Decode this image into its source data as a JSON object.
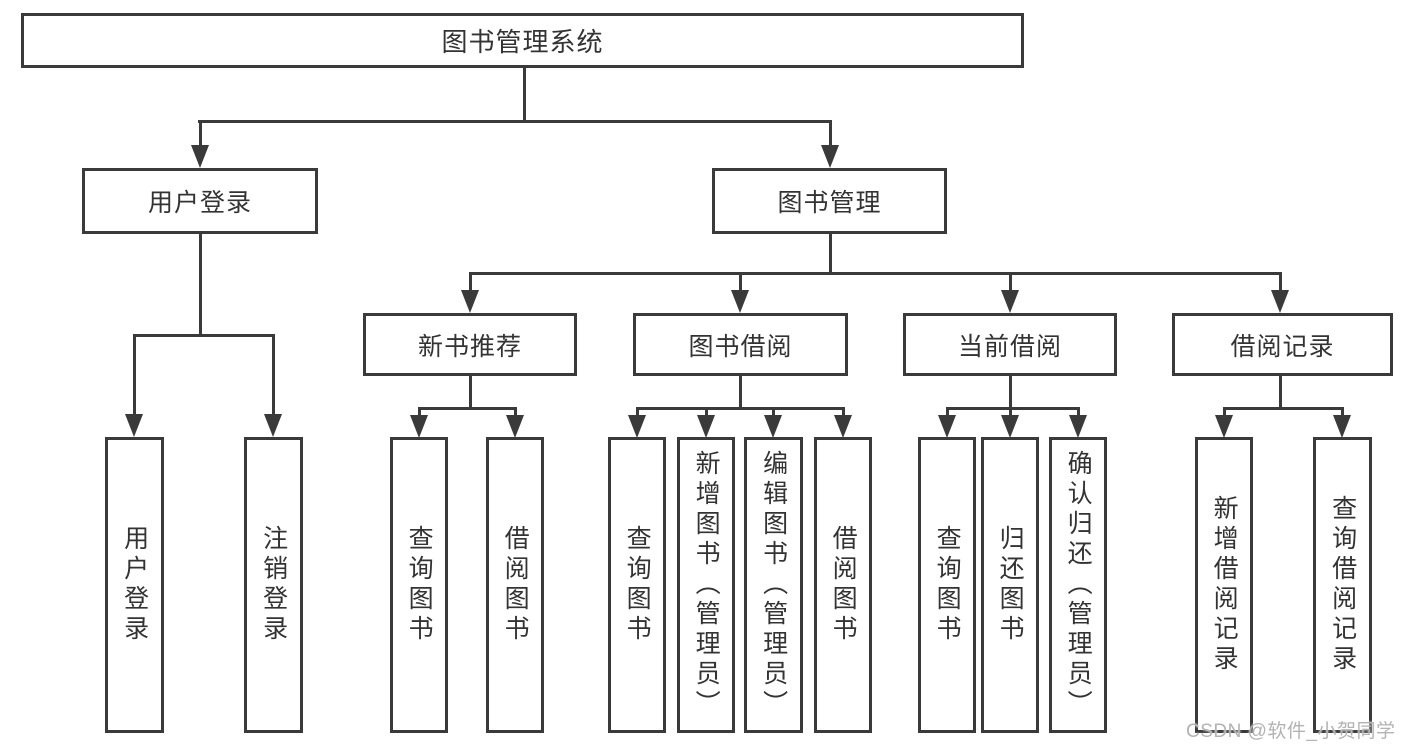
{
  "colors": {
    "line": "#3a3a3a",
    "text": "#333333",
    "watermark": "#b3b3b3",
    "background": "#ffffff"
  },
  "tree": {
    "root": {
      "label": "图书管理系统"
    },
    "branches": [
      {
        "label": "用户登录",
        "children": [
          {
            "label": "用户登录"
          },
          {
            "label": "注销登录"
          }
        ]
      },
      {
        "label": "图书管理",
        "children": [
          {
            "label": "新书推荐",
            "children": [
              {
                "label": "查询图书"
              },
              {
                "label": "借阅图书"
              }
            ]
          },
          {
            "label": "图书借阅",
            "children": [
              {
                "label": "查询图书"
              },
              {
                "label": "新增图书（管理员）"
              },
              {
                "label": "编辑图书（管理员）"
              },
              {
                "label": "借阅图书"
              }
            ]
          },
          {
            "label": "当前借阅",
            "children": [
              {
                "label": "查询图书"
              },
              {
                "label": "归还图书"
              },
              {
                "label": "确认归还（管理员）"
              }
            ]
          },
          {
            "label": "借阅记录",
            "children": [
              {
                "label": "新增借阅记录"
              },
              {
                "label": "查询借阅记录"
              }
            ]
          }
        ]
      }
    ]
  },
  "watermark": {
    "text": "CSDN @软件_小贺同学"
  }
}
